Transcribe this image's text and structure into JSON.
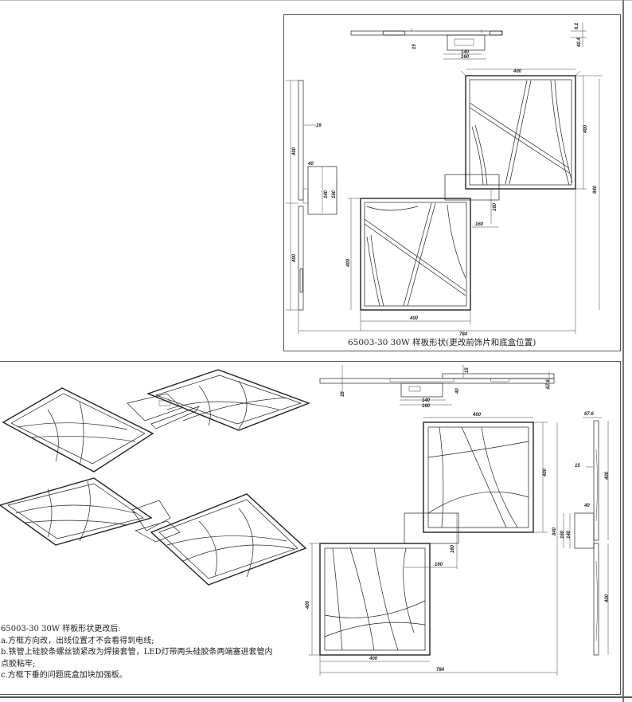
{
  "top_panel": {
    "caption": "65003-30 30W 样板形状(更改前饰片和底盒位置)",
    "dims": {
      "d61": "6.1",
      "d404": "40.4",
      "d15": "15",
      "d140": "140",
      "d160": "160",
      "d400_top": "400",
      "d400_right": "400",
      "d840": "840",
      "d16": "16",
      "d400_side_a": "400",
      "d40": "40",
      "d140_side": "140",
      "d160_side": "160",
      "d400_side_b": "400",
      "d160_mid": "160",
      "d160_mid2": "160",
      "d400_left": "400",
      "d400_bottom": "400",
      "d784": "784"
    }
  },
  "bottom_panel": {
    "note_lines": [
      "65003-30 30W 样板形状更改后:",
      "a.方框方向改，出线位置才不会看得到电线;",
      "b.铁管上硅胶条螺丝锁紧改为焊接套管，LED灯带两头硅胶条两端塞进套管内",
      "点胶粘牢;",
      "c.方框下垂的问题底盒加块加强板。"
    ],
    "dims": {
      "d15a": "15",
      "d15b": "15",
      "d676": "67.6",
      "d40": "40",
      "d140": "140",
      "d160": "160",
      "d400_top": "400",
      "d400_right": "400",
      "d840": "840",
      "d160_v": "160",
      "d160_h": "160",
      "d400_left": "400",
      "d400_bottom": "400",
      "d784": "784",
      "s676": "67.6",
      "s15": "15",
      "s400a": "400",
      "s40": "40",
      "s160": "160",
      "s140": "140",
      "s400b": "400"
    }
  }
}
